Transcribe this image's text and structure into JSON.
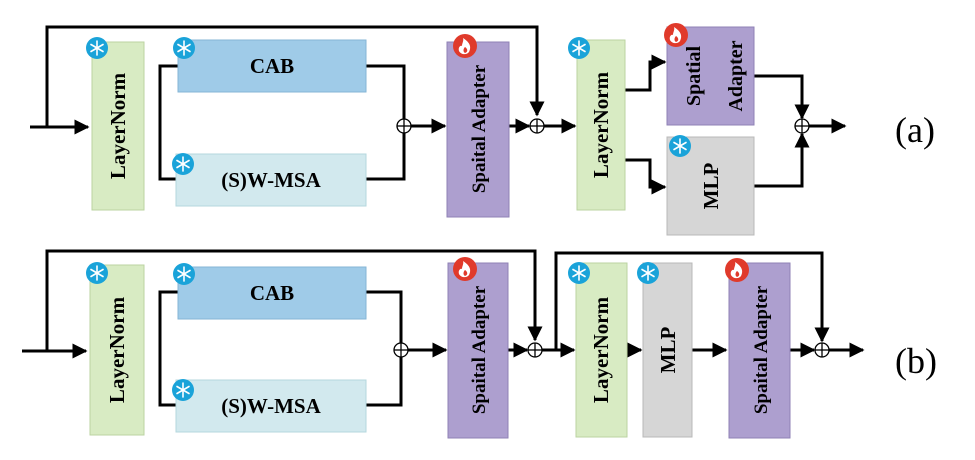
{
  "colors": {
    "layernorm": "#d8ebc3",
    "cab": "#9fcbe8",
    "wmsa": "#d2e9ee",
    "adapter": "#ad9fcf",
    "mlp": "#d6d6d6",
    "frozen_icon": "#1aa3d9",
    "trainable_icon": "#e03a2b"
  },
  "icons": {
    "frozen": "snowflake-icon",
    "trainable": "fire-icon"
  },
  "diagram_a": {
    "tag": "(a)",
    "layernorm_1": "LayerNorm",
    "cab": "CAB",
    "wmsa": "(S)W-MSA",
    "adapter_1": "Spaital Adapter",
    "layernorm_2": "LayerNorm",
    "adapter_2_line1": "Spatial",
    "adapter_2_line2": "Adapter",
    "mlp": "MLP"
  },
  "diagram_b": {
    "tag": "(b)",
    "layernorm_1": "LayerNorm",
    "cab": "CAB",
    "wmsa": "(S)W-MSA",
    "adapter_1": "Spaital Adapter",
    "layernorm_2": "LayerNorm",
    "mlp": "MLP",
    "adapter_2": "Spaital Adapter"
  }
}
